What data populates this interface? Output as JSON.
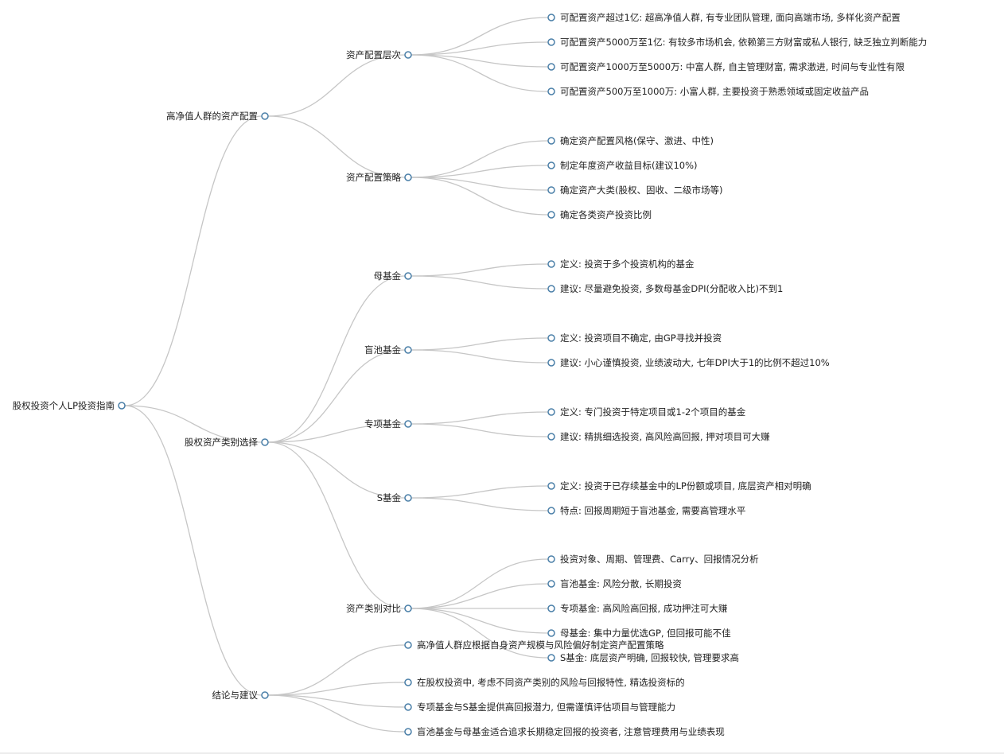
{
  "mindmap": {
    "root": {
      "label": "股权投资个人LP投资指南",
      "children": [
        {
          "label": "高净值人群的资产配置",
          "children": [
            {
              "label": "资产配置层次",
              "children": [
                {
                  "label": "可配置资产超过1亿: 超高净值人群, 有专业团队管理, 面向高端市场, 多样化资产配置"
                },
                {
                  "label": "可配置资产5000万至1亿: 有较多市场机会, 依赖第三方财富或私人银行, 缺乏独立判断能力"
                },
                {
                  "label": "可配置资产1000万至5000万: 中富人群, 自主管理财富, 需求激进, 时间与专业性有限"
                },
                {
                  "label": "可配置资产500万至1000万: 小富人群, 主要投资于熟悉领域或固定收益产品"
                }
              ]
            },
            {
              "label": "资产配置策略",
              "children": [
                {
                  "label": "确定资产配置风格(保守、激进、中性)"
                },
                {
                  "label": "制定年度资产收益目标(建议10%)"
                },
                {
                  "label": "确定资产大类(股权、固收、二级市场等)"
                },
                {
                  "label": "确定各类资产投资比例"
                }
              ]
            }
          ]
        },
        {
          "label": "股权资产类别选择",
          "children": [
            {
              "label": "母基金",
              "children": [
                {
                  "label": "定义: 投资于多个投资机构的基金"
                },
                {
                  "label": "建议: 尽量避免投资, 多数母基金DPI(分配收入比)不到1"
                }
              ]
            },
            {
              "label": "盲池基金",
              "children": [
                {
                  "label": "定义: 投资项目不确定, 由GP寻找并投资"
                },
                {
                  "label": "建议: 小心谨慎投资, 业绩波动大, 七年DPI大于1的比例不超过10%"
                }
              ]
            },
            {
              "label": "专项基金",
              "children": [
                {
                  "label": "定义: 专门投资于特定项目或1-2个项目的基金"
                },
                {
                  "label": "建议: 精挑细选投资, 高风险高回报, 押对项目可大赚"
                }
              ]
            },
            {
              "label": "S基金",
              "children": [
                {
                  "label": "定义: 投资于已存续基金中的LP份额或项目, 底层资产相对明确"
                },
                {
                  "label": "特点: 回报周期短于盲池基金, 需要高管理水平"
                }
              ]
            },
            {
              "label": "资产类别对比",
              "children": [
                {
                  "label": "投资对象、周期、管理费、Carry、回报情况分析"
                },
                {
                  "label": "盲池基金: 风险分散, 长期投资"
                },
                {
                  "label": "专项基金: 高风险高回报, 成功押注可大赚"
                },
                {
                  "label": "母基金: 集中力量优选GP, 但回报可能不佳"
                },
                {
                  "label": "S基金: 底层资产明确, 回报较快, 管理要求高"
                }
              ]
            }
          ]
        },
        {
          "label": "结论与建议",
          "children": [
            {
              "label": "高净值人群应根据自身资产规模与风险偏好制定资产配置策略"
            },
            {
              "label": "在股权投资中, 考虑不同资产类别的风险与回报特性, 精选投资标的"
            },
            {
              "label": "专项基金与S基金提供高回报潜力, 但需谨慎评估项目与管理能力"
            },
            {
              "label": "盲池基金与母基金适合追求长期稳定回报的投资者, 注意管理费用与业绩表现"
            }
          ]
        }
      ]
    }
  },
  "colors": {
    "link": "#c6c6c6",
    "node_stroke": "#4a7fa8",
    "node_fill": "#ffffff",
    "text": "#222222",
    "background": "#ffffff"
  }
}
